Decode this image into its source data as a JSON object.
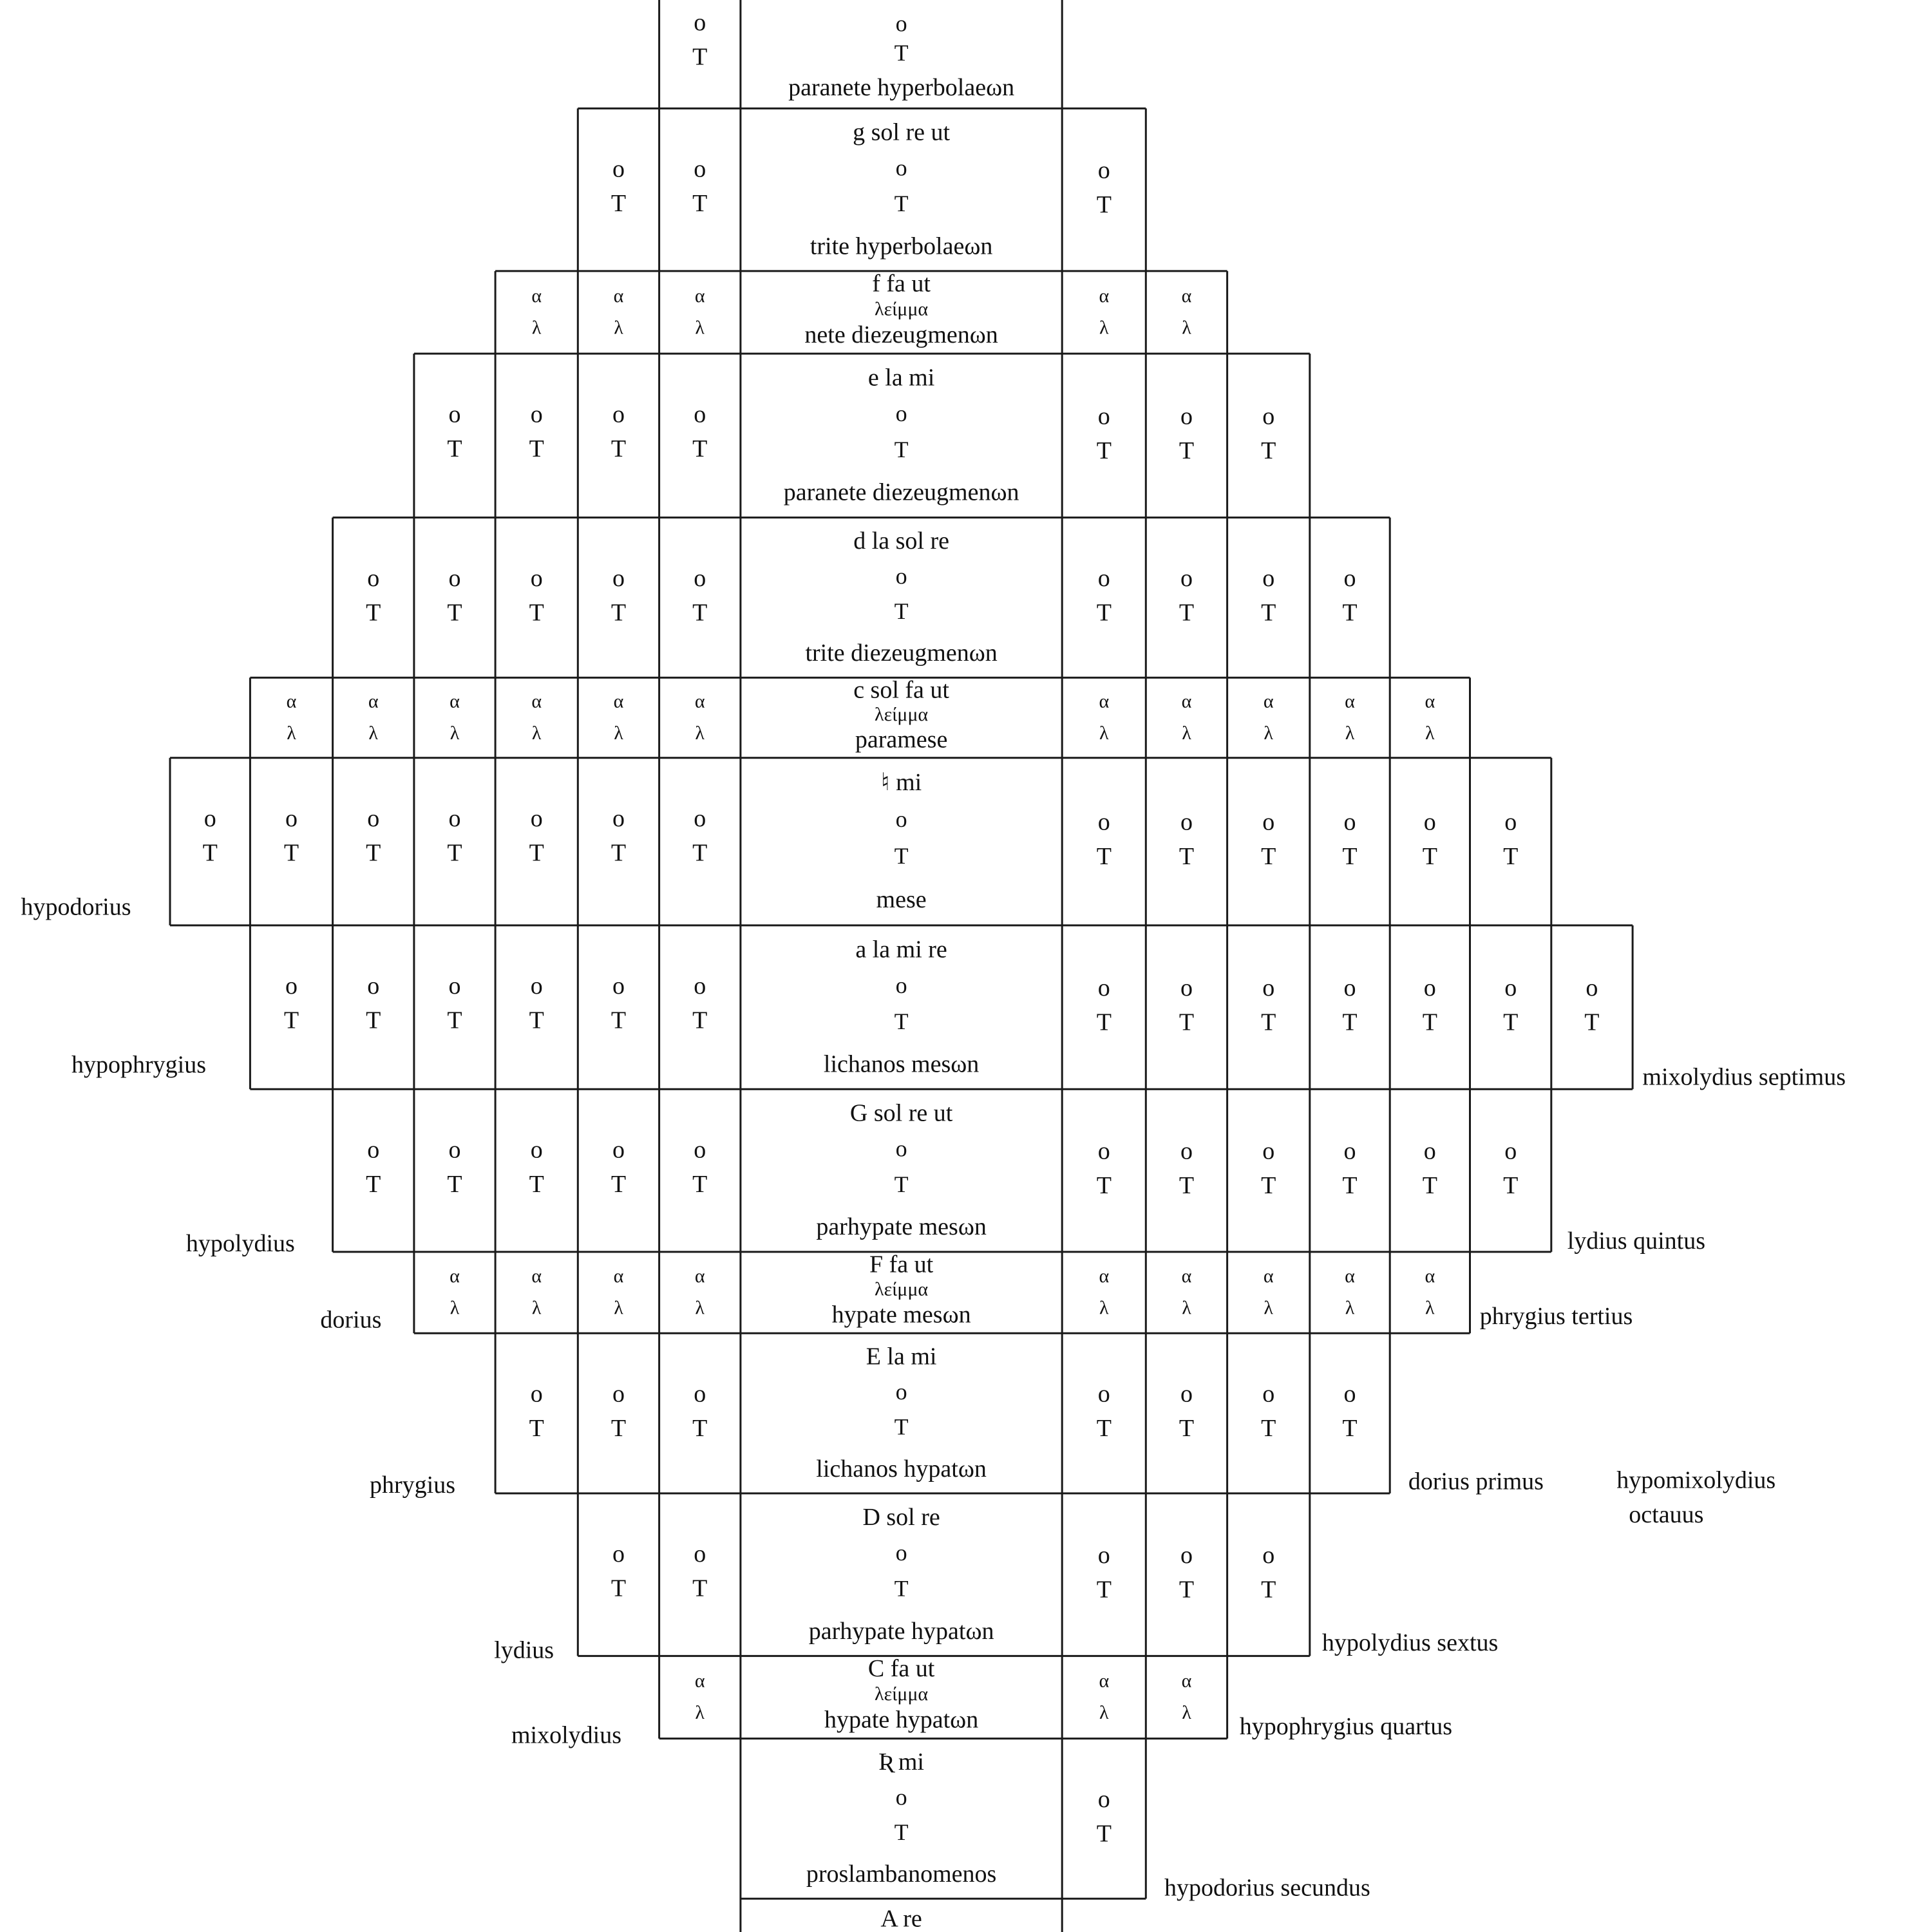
{
  "symbols": {
    "tone_top": "o",
    "tone_bottom": "T",
    "semi_top": "α",
    "semi_bottom": "λ",
    "leimma": "λείμμα"
  },
  "rows": [
    {
      "type": "tone",
      "pitch": "",
      "greek": "paranete hyperbolaeωn",
      "left_cells": 1,
      "right_cells": 0
    },
    {
      "type": "tone",
      "pitch": "g sol re ut",
      "greek": "trite hyperbolaeωn",
      "left_cells": 2,
      "right_cells": 1
    },
    {
      "type": "semitone",
      "pitch": "f fa ut",
      "greek": "nete diezeugmenωn",
      "left_cells": 3,
      "right_cells": 2
    },
    {
      "type": "tone",
      "pitch": "e la mi",
      "greek": "paranete diezeugmenωn",
      "left_cells": 4,
      "right_cells": 3
    },
    {
      "type": "tone",
      "pitch": "d la sol re",
      "greek": "trite diezeugmenωn",
      "left_cells": 5,
      "right_cells": 4
    },
    {
      "type": "semitone",
      "pitch": "c sol fa ut",
      "greek": "paramese",
      "left_cells": 6,
      "right_cells": 5
    },
    {
      "type": "tone",
      "pitch": "♮ mi",
      "greek": "mese",
      "left_cells": 7,
      "right_cells": 6
    },
    {
      "type": "tone",
      "pitch": "a la mi re",
      "greek": "lichanos mesωn",
      "left_cells": 6,
      "right_cells": 7
    },
    {
      "type": "tone",
      "pitch": "G sol re ut",
      "greek": "parhypate mesωn",
      "left_cells": 5,
      "right_cells": 6
    },
    {
      "type": "semitone",
      "pitch": "F fa ut",
      "greek": "hypate mesωn",
      "left_cells": 4,
      "right_cells": 5
    },
    {
      "type": "tone",
      "pitch": "E la mi",
      "greek": "lichanos hypatωn",
      "left_cells": 3,
      "right_cells": 4
    },
    {
      "type": "tone",
      "pitch": "D sol re",
      "greek": "parhypate hypatωn",
      "left_cells": 2,
      "right_cells": 3
    },
    {
      "type": "semitone",
      "pitch": "C fa ut",
      "greek": "hypate hypatωn",
      "left_cells": 1,
      "right_cells": 2
    },
    {
      "type": "tone",
      "pitch": "Ʀ mi",
      "greek": "proslambanomenos",
      "left_cells": 0,
      "right_cells": 1
    },
    {
      "type": "partial",
      "pitch": "A re",
      "greek": "",
      "left_cells": 0,
      "right_cells": 0
    }
  ],
  "modes": {
    "left": [
      "hypodorius",
      "hypophrygius",
      "hypolydius",
      "dorius",
      "phrygius",
      "lydius",
      "mixolydius"
    ],
    "right": [
      "mixolydius septimus",
      "lydius quintus",
      "phrygius tertius",
      "dorius primus",
      "hypolydius sextus",
      "hypophrygius quartus",
      "hypodorius secundus"
    ],
    "extra_line1": "hypomixolydius",
    "extra_line2": "octauus"
  },
  "colors": {
    "line": "#1a1a1a",
    "text": "#111111",
    "background": "#ffffff"
  }
}
